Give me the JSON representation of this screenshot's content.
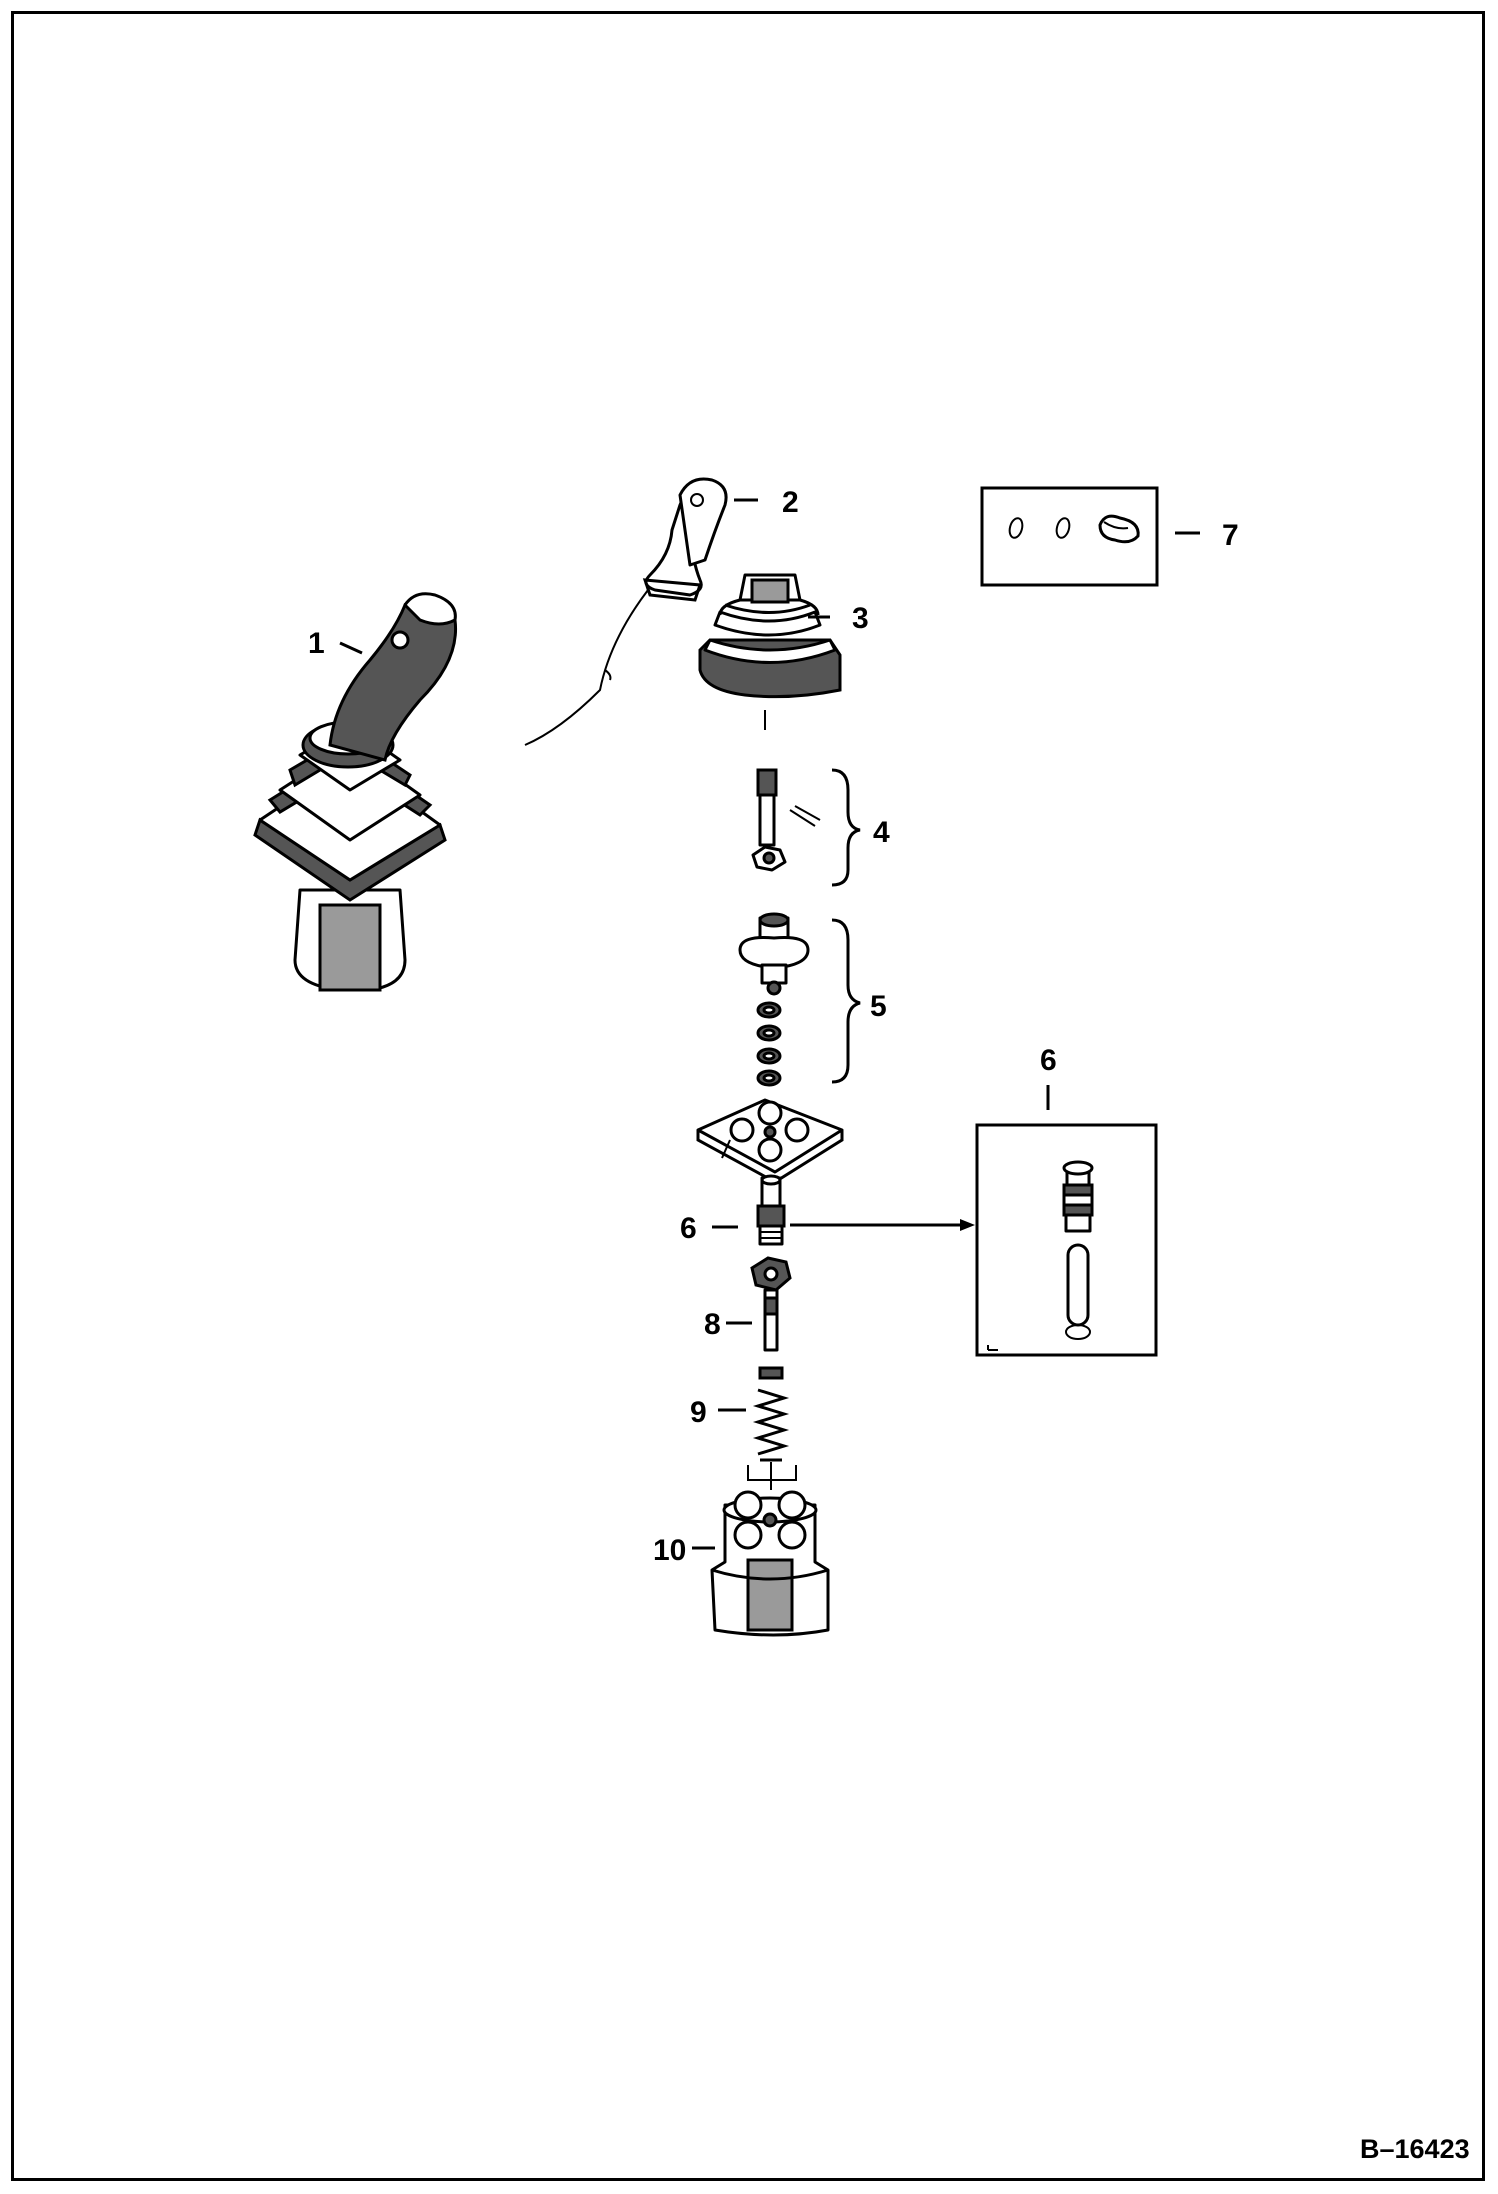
{
  "callouts": {
    "c1": "1",
    "c2": "2",
    "c3": "3",
    "c4": "4",
    "c5": "5",
    "c6_box": "6",
    "c6": "6",
    "c7": "7",
    "c8": "8",
    "c9": "9",
    "c10": "10"
  },
  "reference_number": "B–16423",
  "colors": {
    "ink": "#000000",
    "shade": "#555555",
    "paper": "#ffffff"
  }
}
